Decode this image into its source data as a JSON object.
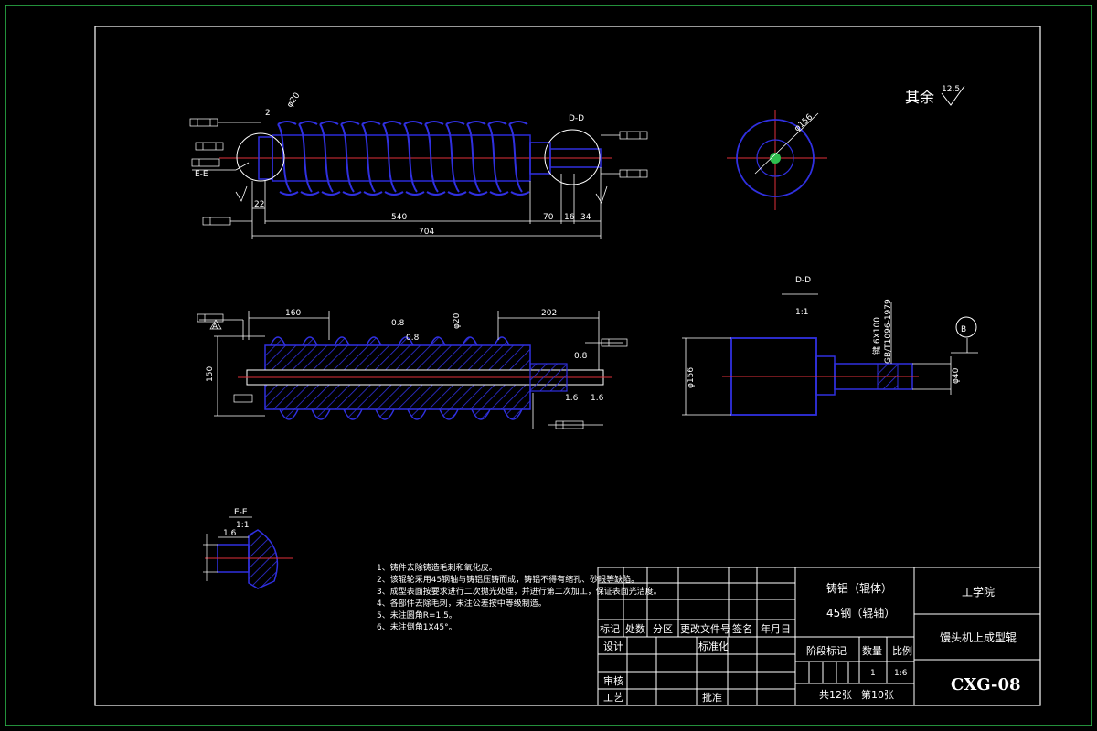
{
  "surface_note": "其余",
  "surface_value": "12.5",
  "view_labels": {
    "top_left_section": "E-E",
    "top_right_section": "D-D",
    "lower_section": "D-D",
    "lower_section_scale": "1:1",
    "small_section": "E-E",
    "small_section_scale": "1:1",
    "datum_b": "B",
    "datum_a": "A"
  },
  "dimensions": {
    "d540": "540",
    "d704": "704",
    "d70": "70",
    "d16": "16",
    "d34": "34",
    "d22": "22",
    "d160": "160",
    "d202": "202",
    "d150": "150",
    "r08a": "0.8",
    "r08b": "0.8",
    "r08c": "0.8",
    "r16a": "1.6",
    "r16b": "1.6",
    "phi20": "φ20",
    "phi156": "φ156",
    "phi40": "φ40",
    "key": "键 6X100",
    "std": "GB/T1096-1979"
  },
  "notes": [
    "1、铸件去除铸造毛刺和氧化皮。",
    "2、该辊轮采用45钢轴与铸铝压铸而成，铸铝不得有缩孔、砂眼等缺陷。",
    "3、成型表面按要求进行二次抛光处理，并进行第二次加工，保证表面光洁度。",
    "4、各部件去除毛刺，未注公差按中等级制造。",
    "5、未注圆角R=1.5。",
    "6、未注倒角1X45°。"
  ],
  "title_block": {
    "material_line1": "铸铝（辊体）",
    "material_line2": "45钢（辊轴）",
    "company": "工学院",
    "part_name": "馒头机上成型辊",
    "headers": [
      "标记",
      "处数",
      "分区",
      "更改文件号",
      "签名",
      "年月日"
    ],
    "design": "设计",
    "standardize": "标准化",
    "stage_mark": "阶段标记",
    "quantity": "数量",
    "scale": "比例",
    "quantity_value": "1",
    "scale_value": "1:6",
    "review": "审核",
    "process": "工艺",
    "approve": "批准",
    "total_sheets": "共12张",
    "sheet_no": "第10张",
    "drawing_no": "CXG-08"
  }
}
